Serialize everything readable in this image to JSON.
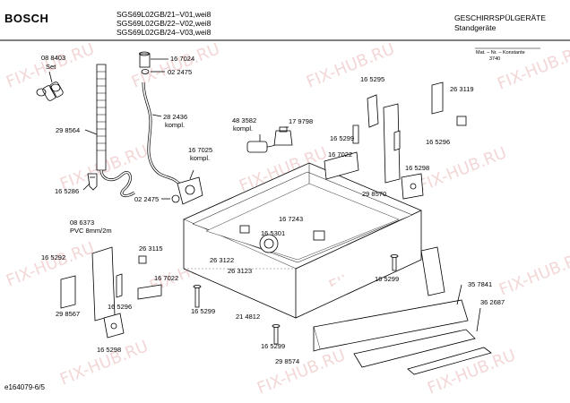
{
  "header": {
    "brand": "BOSCH",
    "models": [
      "SGS69L02GB/21–V01,wei8",
      "SGS69L02GB/22–V02,wei8",
      "SGS69L02GB/24–V03,wei8"
    ],
    "category": "GESCHIRRSPÜLGERÄTE",
    "subcategory": "Standgeräte",
    "mat_label": "Mat. – Nr. – Konstante",
    "mat_number": "3740"
  },
  "watermark": "FIX-HUB.RU",
  "parts": {
    "p088403": "08 8403",
    "set": "Set",
    "p298564": "29 8564",
    "p165286": "16 5286",
    "p167024": "16 7024",
    "p022475a": "02 2475",
    "p282436": "28 2436",
    "kompl_a": "kompl.",
    "p483582": "48 3582",
    "kompl_b": "kompl.",
    "p179798": "17 9798",
    "p167025": "16 7025",
    "kompl_c": "kompl.",
    "p022475b": "02 2475",
    "p086373": "08 6373",
    "pvc": "PVC 8mm/2m",
    "p263115": "26 3115",
    "p165292": "16 5292",
    "p167022a": "16 7022",
    "p165296a": "16 5296",
    "p298567": "29 8567",
    "p165298a": "16 5298",
    "p165295": "16 5295",
    "p263119": "26 3119",
    "p165299a": "16 5299",
    "p167022b": "16 7022",
    "p165296b": "16 5296",
    "p165298b": "16 5298",
    "p298570": "29 8570",
    "p167243": "16 7243",
    "p165301": "16 5301",
    "p263122": "26 3122",
    "p263123": "26 3123",
    "p165299b": "16 5299",
    "p214812": "21 4812",
    "p165299c": "16 5299",
    "p165299d": "16 5299",
    "p357841": "35 7841",
    "p362687": "36 2687",
    "p298574": "29 8574"
  },
  "footer": {
    "doc_id": "e164079-6/5"
  }
}
